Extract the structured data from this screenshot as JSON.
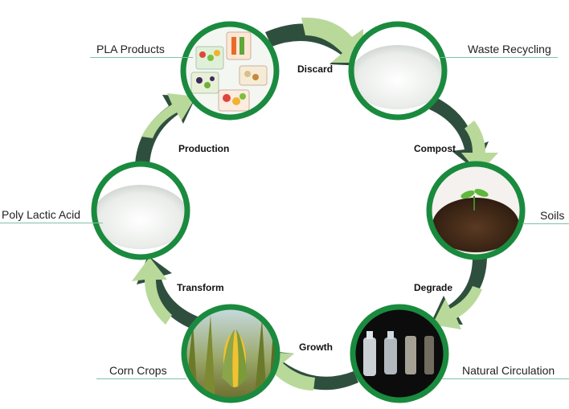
{
  "nodes": [
    {
      "id": "pla-products",
      "label": "PLA Products",
      "picture": "food-containers"
    },
    {
      "id": "waste-recycling",
      "label": "Waste Recycling",
      "picture": "white-granules"
    },
    {
      "id": "soils",
      "label": "Soils",
      "picture": "seedling-in-soil"
    },
    {
      "id": "natural-circulation",
      "label": "Natural Circulation",
      "picture": "degrading-bottles"
    },
    {
      "id": "corn-crops",
      "label": "Corn Crops",
      "picture": "corn-field"
    },
    {
      "id": "poly-lactic-acid",
      "label": "Poly Lactic Acid",
      "picture": "white-granules"
    }
  ],
  "steps": {
    "discard": "Discard",
    "compost": "Compost",
    "degrade": "Degrade",
    "growth": "Growth",
    "transform": "Transform",
    "production": "Production"
  },
  "colors": {
    "ring": "#1a8a3e",
    "arrow_light": "#b9d99a",
    "arrow_dark": "#2f4f3e",
    "underline": "#7fc2a2"
  }
}
